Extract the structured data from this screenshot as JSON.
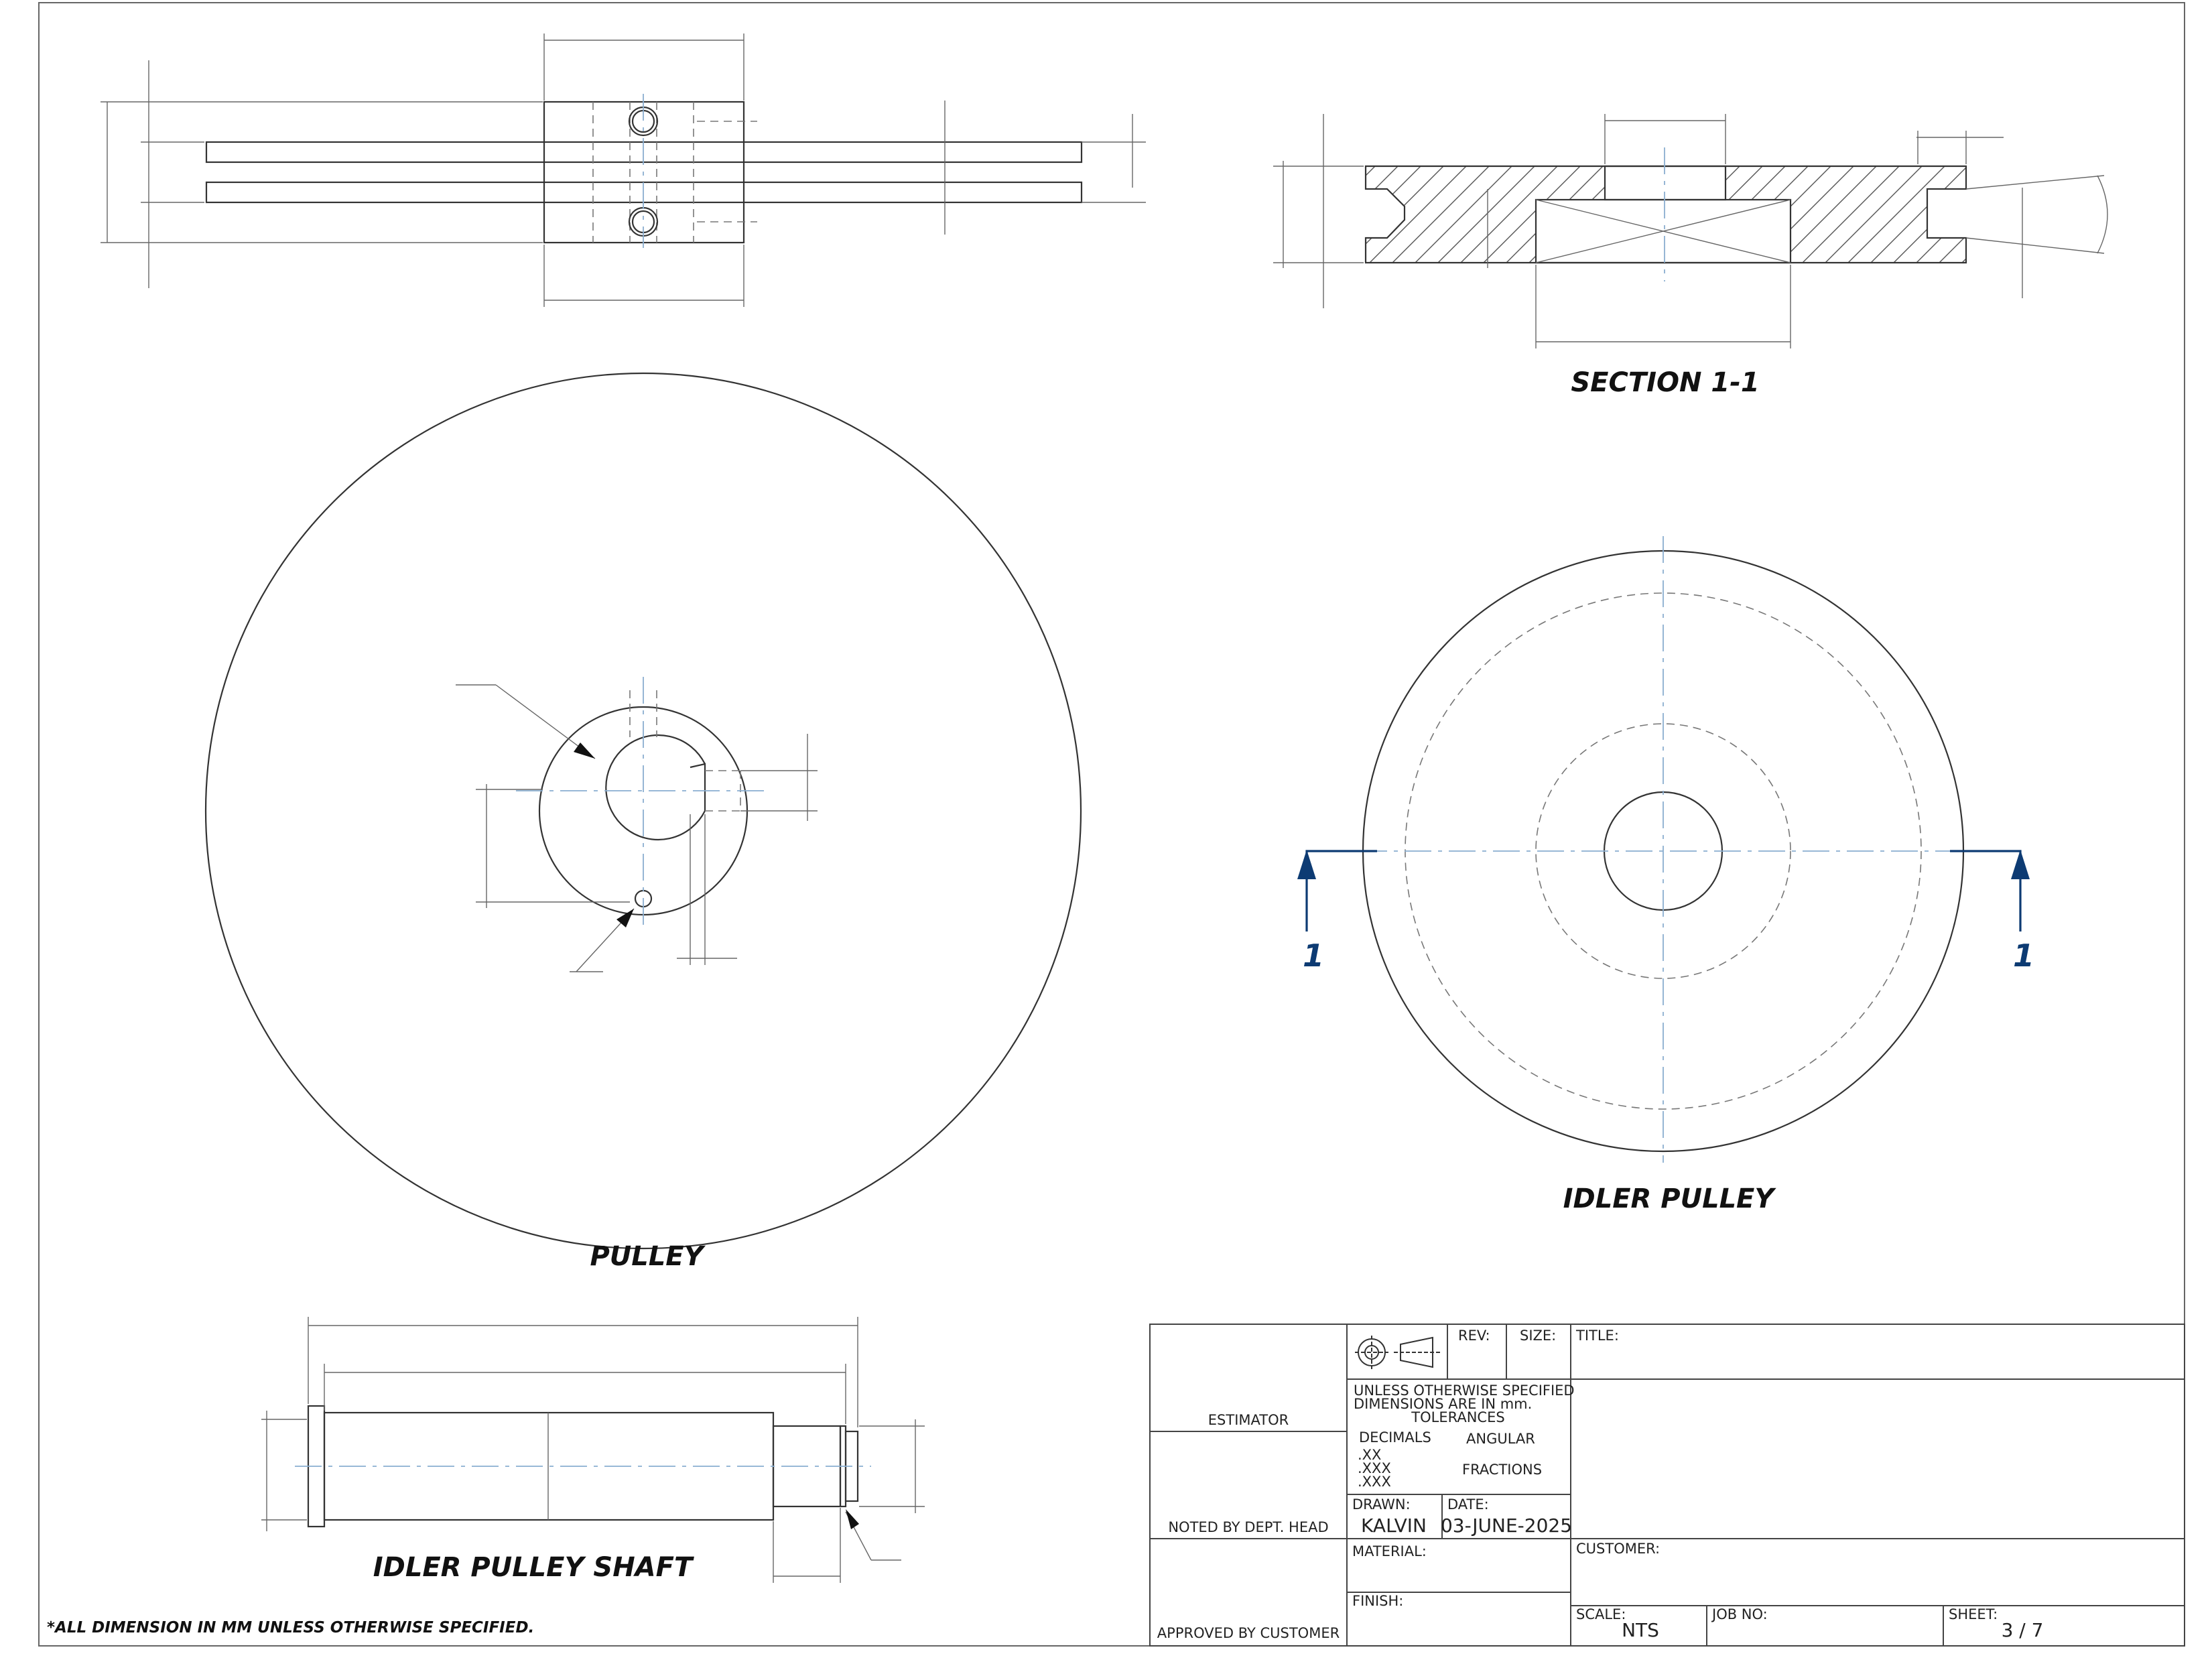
{
  "views": {
    "pulley_title": "PULLEY",
    "section_title": "SECTION 1-1",
    "idler_pulley_title": "IDLER PULLEY",
    "idler_shaft_title": "IDLER PULLEY SHAFT",
    "section_marker_left": "1",
    "section_marker_right": "1"
  },
  "footnote": "*ALL DIMENSION IN MM UNLESS OTHERWISE SPECIFIED.",
  "title_block": {
    "estimator": "ESTIMATOR",
    "noted_by": "NOTED BY DEPT. HEAD",
    "approved_by": "APPROVED BY CUSTOMER",
    "rev_label": "REV:",
    "size_label": "SIZE:",
    "title_label": "TITLE:",
    "spec_line1": "UNLESS OTHERWISE SPECIFIED",
    "spec_line2": "DIMENSIONS ARE IN mm.",
    "tolerances": "TOLERANCES",
    "decimals": "DECIMALS",
    "angular": "ANGULAR",
    "dec_xx": ".XX",
    "dec_xxx1": ".XXX",
    "dec_xxx2": ".XXX",
    "fractions": "FRACTIONS",
    "drawn_label": "DRAWN:",
    "drawn_value": "KALVIN",
    "date_label": "DATE:",
    "date_value": "03-JUNE-2025",
    "material_label": "MATERIAL:",
    "finish_label": "FINISH:",
    "customer_label": "CUSTOMER:",
    "scale_label": "SCALE:",
    "scale_value": "NTS",
    "job_label": "JOB NO:",
    "sheet_label": "SHEET:",
    "sheet_value": "3  /  7"
  },
  "colors": {
    "line": "#333333",
    "center_line": "#8aaed0",
    "section_arrow": "#0d3b73"
  }
}
